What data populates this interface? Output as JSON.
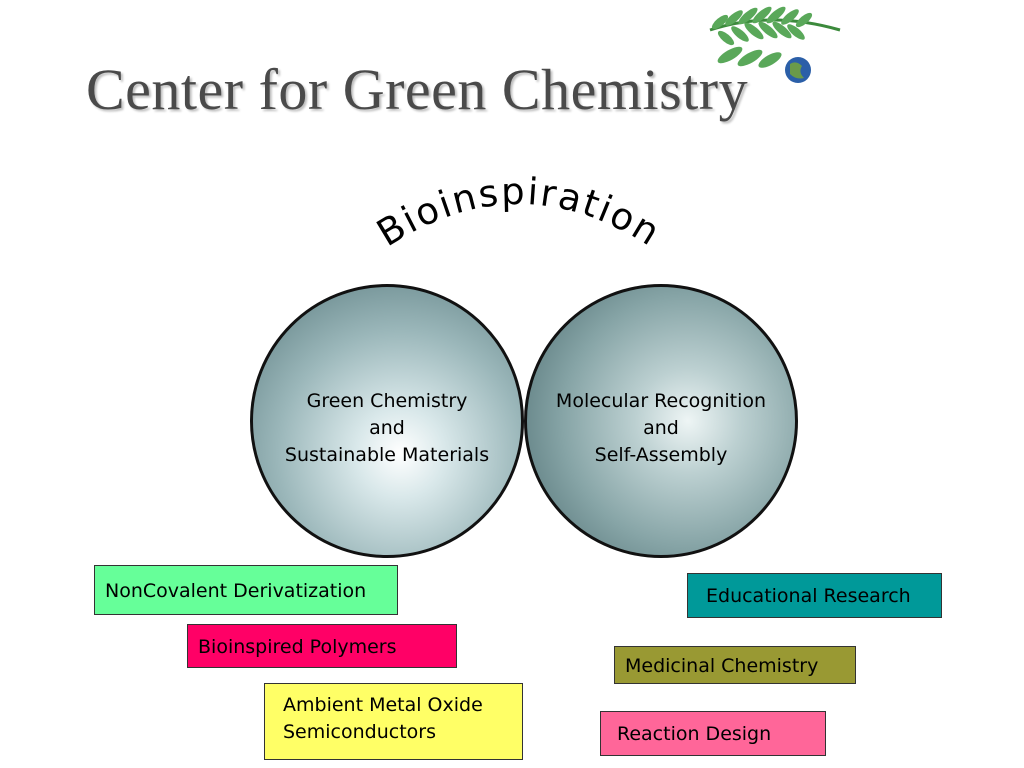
{
  "header": {
    "title": "Center for Green Chemistry"
  },
  "logo": {
    "icon": "fern-globe-icon"
  },
  "diagram": {
    "arc_label": "Bioinspiration",
    "circles": [
      {
        "lines": [
          "Green Chemistry",
          "and",
          "Sustainable Materials"
        ]
      },
      {
        "lines": [
          "Molecular Recognition",
          "and",
          "Self-Assembly"
        ]
      }
    ],
    "boxes": [
      {
        "label": "NonCovalent Derivatization",
        "color": "#66ff99"
      },
      {
        "label": "Bioinspired Polymers",
        "color": "#ff0066"
      },
      {
        "lines": [
          "Ambient Metal Oxide",
          "Semiconductors"
        ],
        "color": "#ffff66"
      },
      {
        "label": "Educational Research",
        "color": "#009999"
      },
      {
        "label": "Medicinal Chemistry",
        "color": "#999933"
      },
      {
        "label": "Reaction Design",
        "color": "#ff6699"
      }
    ]
  }
}
